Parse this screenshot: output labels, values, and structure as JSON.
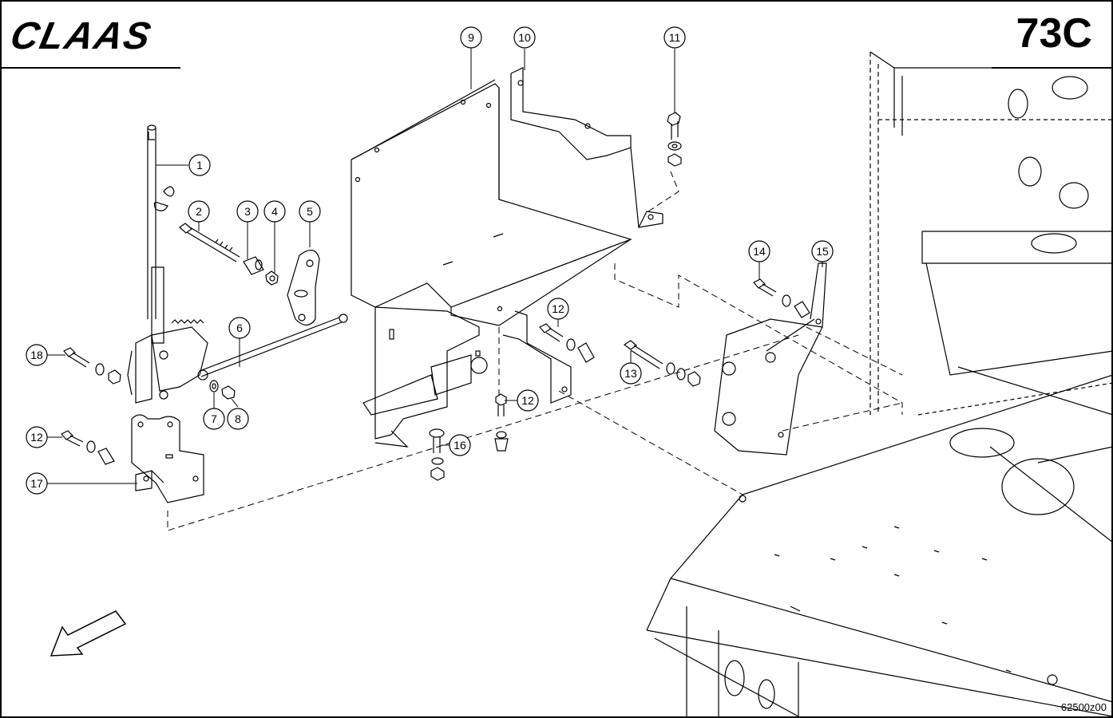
{
  "header": {
    "brand": "CLAAS",
    "page_code": "73C"
  },
  "footer": {
    "drawing_ref": "62500z00"
  },
  "callouts": {
    "c1": "1",
    "c2": "2",
    "c3": "3",
    "c4": "4",
    "c5": "5",
    "c6": "6",
    "c7": "7",
    "c8": "8",
    "c9": "9",
    "c10": "10",
    "c11": "11",
    "c12a": "12",
    "c12b": "12",
    "c12c": "12",
    "c13": "13",
    "c14": "14",
    "c15": "15",
    "c16": "16",
    "c17": "17",
    "c18": "18"
  },
  "colors": {
    "line": "#000000",
    "background": "#ffffff"
  },
  "icons": {
    "direction_arrow": "direction-arrow-icon"
  }
}
